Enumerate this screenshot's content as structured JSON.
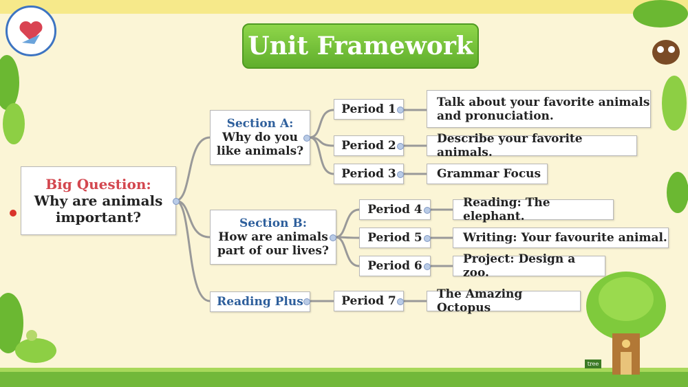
{
  "title": "Unit Framework",
  "big_question": {
    "heading": "Big Question:",
    "line1": "Why are animals",
    "line2": "important?"
  },
  "sections": [
    {
      "heading": "Section A:",
      "line1": "Why do you",
      "line2": "like animals?",
      "periods": [
        {
          "label": "Period 1",
          "text1": "Talk about your favorite animals",
          "text2": "and pronuciation."
        },
        {
          "label": "Period 2",
          "text1": "Describe your favorite animals."
        },
        {
          "label": "Period 3",
          "text1": "Grammar Focus"
        }
      ]
    },
    {
      "heading": "Section B:",
      "line1": "How are animals",
      "line2": "part of our lives?",
      "periods": [
        {
          "label": "Period 4",
          "text1": "Reading: The elephant."
        },
        {
          "label": "Period 5",
          "text1": "Writing: Your favourite animal."
        },
        {
          "label": "Period 6",
          "text1": "Project: Design a zoo."
        }
      ]
    },
    {
      "heading": "Reading Plus",
      "periods": [
        {
          "label": "Period 7",
          "text1": "The Amazing Octopus"
        }
      ]
    }
  ],
  "tree_sign": "tree"
}
